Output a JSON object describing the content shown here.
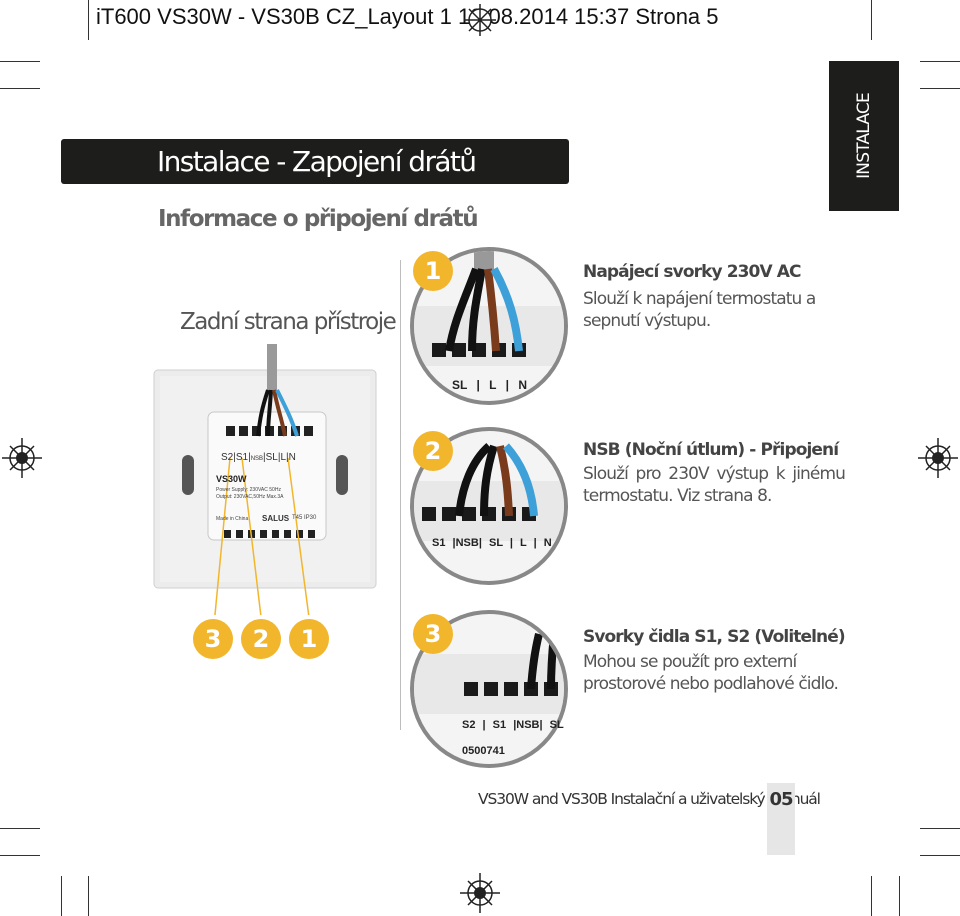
{
  "slug_line": "iT600 VS30W - VS30B CZ_Layout 1   12.08.2014   15:37   Strona 5",
  "header": {
    "title": "Instalace - Zapojení drátů",
    "side_tab": "INSTALACE"
  },
  "subtitle": "Informace o připojení drátů",
  "device": {
    "label": "Zadní strana přístroje",
    "terminals": [
      "S2",
      "S1",
      "NSB",
      "SL",
      "L",
      "N"
    ],
    "model": "VS30W",
    "spec_power": "Power Supply: 230VAC 50Hz",
    "spec_output": "Output: 230VAC,50Hz Max.3A",
    "made_in": "Made in China",
    "brand": "SALUS",
    "rating": "T45 IP30",
    "callouts": [
      "3",
      "2",
      "1"
    ]
  },
  "sections": [
    {
      "number": "1",
      "title": "Napájecí svorky 230V AC",
      "body": "Slouží k napájení termostatu a sepnutí výstupu.",
      "zoom_labels": [
        "SL",
        "L",
        "N"
      ]
    },
    {
      "number": "2",
      "title": "NSB (Noční útlum) - Připojení",
      "body": "Slouží pro 230V výstup k jinému termostatu. Viz strana 8.",
      "zoom_labels": [
        "S1",
        "NSB",
        "SL",
        "L",
        "N"
      ]
    },
    {
      "number": "3",
      "title": "Svorky čidla S1, S2 (Volitelné)",
      "body": "Mohou se použít pro externí prostorové nebo podlahové čidlo.",
      "zoom_labels": [
        "S2",
        "S1",
        "NSB",
        "SL"
      ],
      "zoom_code": "0500741"
    }
  ],
  "footer": {
    "text": "VS30W and VS30B Instalační a uživatelský manuál",
    "page": "05"
  },
  "colors": {
    "accent": "#f2b62c",
    "dark": "#1d1d1b",
    "wire_brown": "#7a3b1c",
    "wire_blue": "#3ea0d8",
    "wire_black": "#111111"
  }
}
